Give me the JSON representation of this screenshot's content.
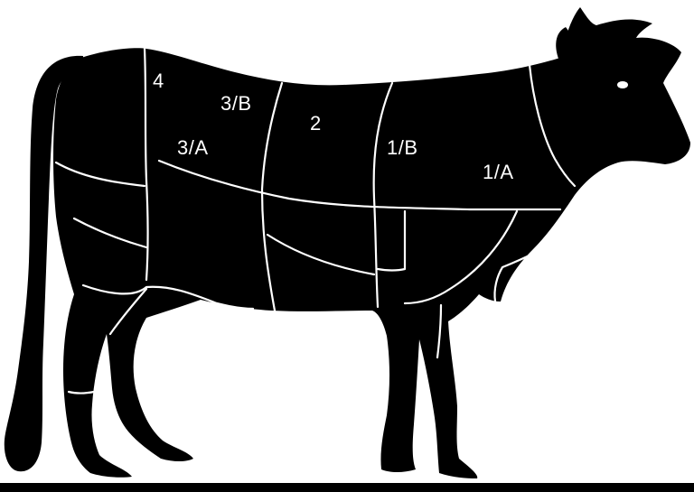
{
  "colors": {
    "silhouette": "#000000",
    "cut_lines": "#ffffff",
    "labels": "#ffffff",
    "background": "#ffffff"
  },
  "regions": [
    {
      "id": "4",
      "label": "4"
    },
    {
      "id": "3b",
      "label": "3/B"
    },
    {
      "id": "3a",
      "label": "3/A"
    },
    {
      "id": "2",
      "label": "2"
    },
    {
      "id": "1b",
      "label": "1/B"
    },
    {
      "id": "1a",
      "label": "1/A"
    }
  ]
}
